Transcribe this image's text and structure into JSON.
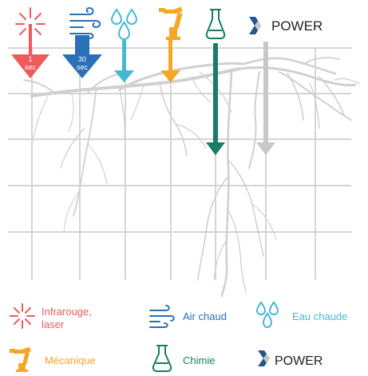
{
  "colors": {
    "infrared": "#ef5a5a",
    "hot_air": "#2a6fb8",
    "hot_water": "#44b9d6",
    "mechanical": "#f5a623",
    "chemical": "#1a7d61",
    "power": "#c8c8c8",
    "power_logo": "#23568c",
    "grid": "#d5d5d5",
    "roots": "#d0d0d0"
  },
  "top_arrows": [
    {
      "id": "infrared",
      "icon": "burst-icon",
      "label": "1\nsec"
    },
    {
      "id": "hot_air",
      "icon": "wind-icon",
      "label": "30\nsec"
    },
    {
      "id": "hot_water",
      "icon": "water-drops-icon"
    },
    {
      "id": "mechanical",
      "icon": "robot-arm-icon"
    },
    {
      "id": "chemical",
      "icon": "flask-icon"
    },
    {
      "id": "power",
      "icon": "x-logo-icon",
      "title": "POWER"
    }
  ],
  "arrow_labels": {
    "infrared_1": "1",
    "infrared_2": "sec",
    "hot_air_1": "30",
    "hot_air_2": "sec"
  },
  "header_brand": "POWER",
  "legend": {
    "infrared": "Infrarouge,\nlaser",
    "infrared_line1": "Infrarouge,",
    "infrared_line2": "laser",
    "hot_air": "Air chaud",
    "hot_water": "Eau chaude",
    "mechanical": "Mécanique",
    "chemical": "Chimie",
    "power": "POWER"
  }
}
